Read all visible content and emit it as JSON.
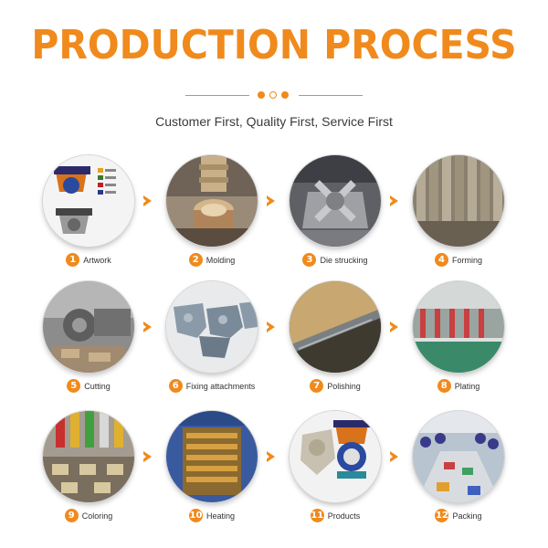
{
  "title": "PRODUCTION PROCESS",
  "subtitle": "Customer First, Quality First, Service First",
  "accent_color": "#f08a1c",
  "steps": [
    {
      "num": "1",
      "label": "Artwork"
    },
    {
      "num": "2",
      "label": "Molding"
    },
    {
      "num": "3",
      "label": "Die strucking"
    },
    {
      "num": "4",
      "label": "Forming"
    },
    {
      "num": "5",
      "label": "Cutting"
    },
    {
      "num": "6",
      "label": "Fixing attachments"
    },
    {
      "num": "7",
      "label": "Polishing"
    },
    {
      "num": "8",
      "label": "Plating"
    },
    {
      "num": "9",
      "label": "Coloring"
    },
    {
      "num": "10",
      "label": "Heating"
    },
    {
      "num": "11",
      "label": "Products"
    },
    {
      "num": "12",
      "label": "Packing"
    }
  ],
  "arrow_icon": "chevron-right-icon"
}
